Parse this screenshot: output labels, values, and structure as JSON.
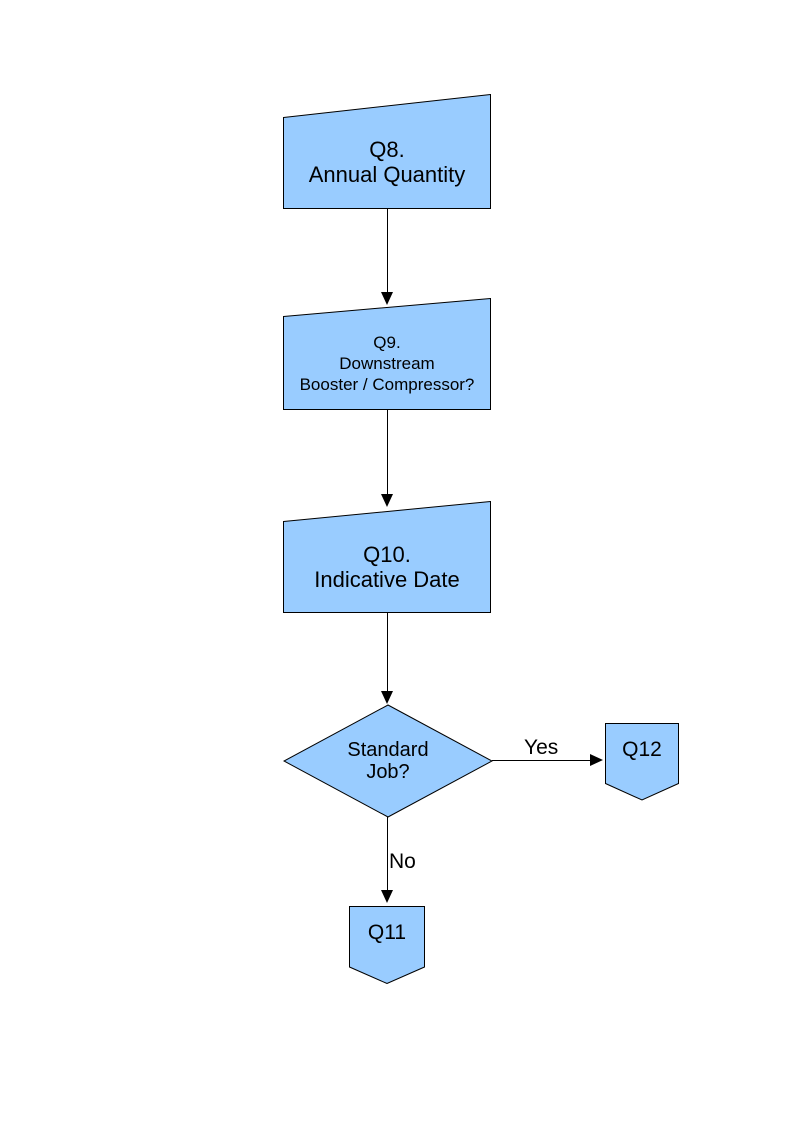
{
  "page": {
    "background_color": "#ffffff",
    "shape_fill_color": "#99CCFF",
    "shape_border_color": "#000000"
  },
  "flowchart": {
    "nodes": {
      "q8": {
        "type": "manual-input",
        "lines": [
          "Q8.",
          "Annual Quantity"
        ]
      },
      "q9": {
        "type": "manual-input",
        "lines": [
          "Q9.",
          "Downstream",
          "Booster / Compressor?"
        ]
      },
      "q10": {
        "type": "manual-input",
        "lines": [
          "Q10.",
          "Indicative Date"
        ]
      },
      "decision": {
        "type": "decision",
        "lines": [
          "Standard",
          "Job?"
        ]
      },
      "q12": {
        "type": "off-page-connector",
        "label": "Q12"
      },
      "q11": {
        "type": "off-page-connector",
        "label": "Q11"
      }
    },
    "edges": {
      "yes_label": "Yes",
      "no_label": "No"
    }
  }
}
